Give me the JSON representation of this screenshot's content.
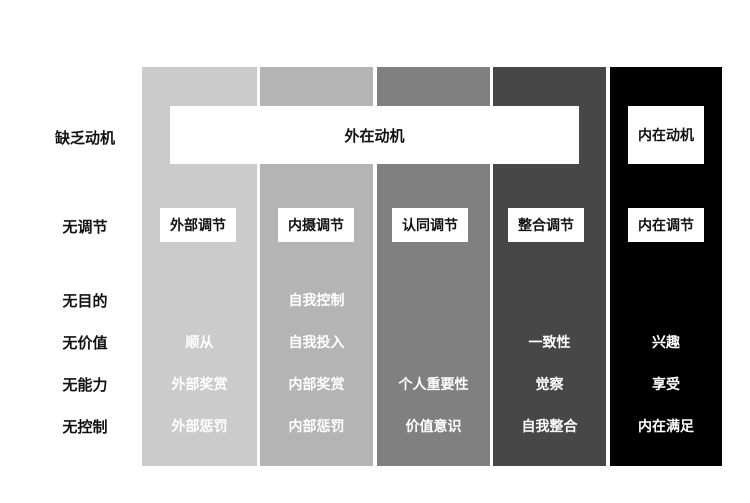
{
  "row_labels": [
    "缺乏动机",
    "无调节",
    "无目的",
    "无价值",
    "无能力",
    "无控制"
  ],
  "columns": [
    {
      "color": "#cbcbcb",
      "regulation": "外部调节",
      "items": [
        "",
        "顺从",
        "外部奖赏",
        "外部惩罚"
      ]
    },
    {
      "color": "#b4b4b4",
      "regulation": "内摄调节",
      "items": [
        "自我控制",
        "自我投入",
        "内部奖赏",
        "内部惩罚"
      ]
    },
    {
      "color": "#808080",
      "regulation": "认同调节",
      "items": [
        "",
        "",
        "个人重要性",
        "价值意识"
      ]
    },
    {
      "color": "#474747",
      "regulation": "整合调节",
      "items": [
        "",
        "一致性",
        "觉察",
        "自我整合"
      ]
    },
    {
      "color": "#000000",
      "regulation": "内在调节",
      "items": [
        "",
        "兴趣",
        "享受",
        "内在满足"
      ]
    }
  ],
  "extrinsic_label": "外在动机",
  "intrinsic_label": "内在动机"
}
